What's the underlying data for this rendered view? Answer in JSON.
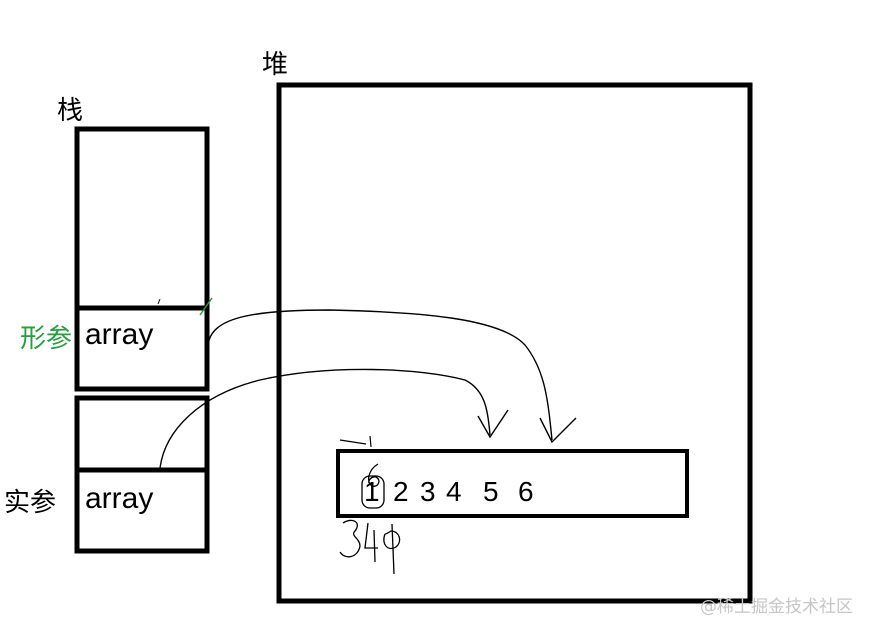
{
  "stack_label": "栈",
  "heap_label": "堆",
  "formal_param_label": "形参",
  "actual_param_label": "实参",
  "formal_param_var": "array",
  "actual_param_var": "array",
  "array_elements": [
    "1",
    "2",
    "3",
    "4",
    "5",
    "6"
  ],
  "address_annotation": "340",
  "watermark": "@稀土掘金技术社区",
  "colors": {
    "stroke": "#000000",
    "formal_param_label": "#22a03a",
    "watermark": "#c6c6c6",
    "background": "#ffffff"
  }
}
